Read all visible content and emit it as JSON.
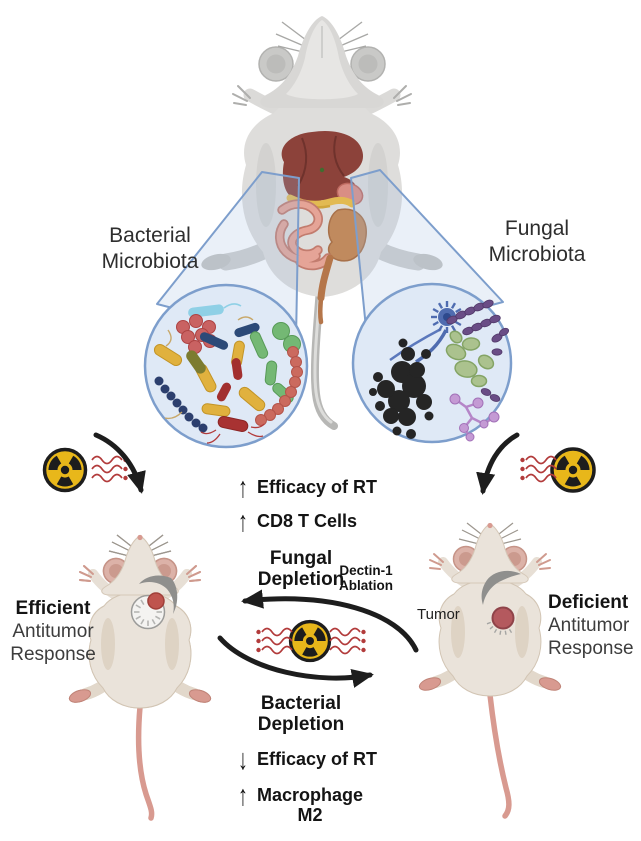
{
  "labels": {
    "bacterial_microbiota": "Bacterial\nMicrobiota",
    "fungal_microbiota": "Fungal\nMicrobiota",
    "tumor": "Tumor"
  },
  "center_annotations": {
    "up_arrow": "↑",
    "down_arrow": "↓",
    "efficacy_up": "Efficacy of RT",
    "cd8_t_cells": "CD8 T Cells",
    "fungal_depletion": "Fungal\nDepletion",
    "dectin1_ablation": "Dectin-1\nAblation",
    "bacterial_depletion": "Bacterial\nDepletion",
    "efficacy_down": "Efficacy of RT",
    "macrophage_m2": "Macrophage\nM2"
  },
  "outcomes": {
    "left": {
      "emphasis": "Efficient",
      "rest": "Antitumor\nResponse"
    },
    "right": {
      "emphasis": "Deficient",
      "rest": "Antitumor\nResponse"
    }
  },
  "icons": {
    "radiation": "radiation-hazard-trefoil",
    "irradiation_waves": "red-wavy-irradiation-lines",
    "top_mouse": "mouse-ventral-view-with-gut-organs",
    "bacteria_inset": "magnified-gut-bacteria",
    "fungi_inset": "magnified-gut-fungi",
    "left_mouse": "mouse-with-irradiated-tumor-target",
    "right_mouse": "mouse-with-tumor"
  },
  "colors": {
    "radiation_yellow": "#E8B71A",
    "outline_black": "#1D1D1D",
    "wave_red": "#B23B3B",
    "inset_fill": "#DFE9F6",
    "inset_border": "#7D9ECC",
    "top_mouse_gray": "#DEDDDB",
    "bottom_mouse_cream": "#EAE3DA",
    "tumor_red": "#B4595E",
    "organ_liver": "#8C423A",
    "organ_intestine": "#E5A497"
  }
}
